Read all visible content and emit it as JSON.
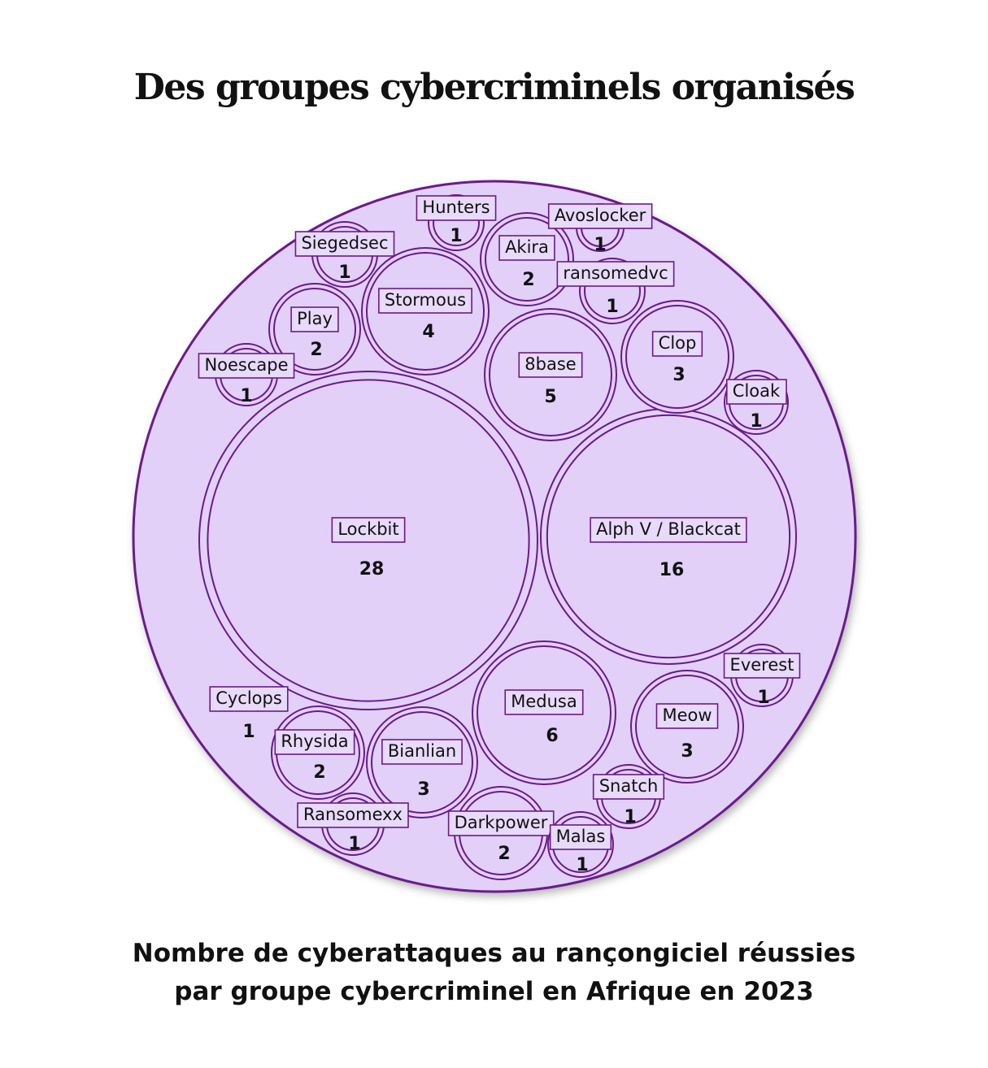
{
  "title": "Des groupes cybercriminels organisés",
  "caption": {
    "line1": "Nombre de cyberattaques au rançongiciel réussies",
    "line2": "par groupe cybercriminel en Afrique en 2023"
  },
  "colors": {
    "fill": "#e2d0f8",
    "stroke": "#6a1a8a",
    "text": "#111111",
    "label_bg": "#e8dafa"
  },
  "chart_data": {
    "type": "bubble",
    "title": "Des groupes cybercriminels organisés",
    "series": [
      {
        "name": "Lockbit",
        "value": 28
      },
      {
        "name": "Alph V / Blackcat",
        "value": 16
      },
      {
        "name": "Medusa",
        "value": 6
      },
      {
        "name": "8base",
        "value": 5
      },
      {
        "name": "Stormous",
        "value": 4
      },
      {
        "name": "Clop",
        "value": 3
      },
      {
        "name": "Meow",
        "value": 3
      },
      {
        "name": "Bianlian",
        "value": 3
      },
      {
        "name": "Akira",
        "value": 2
      },
      {
        "name": "Play",
        "value": 2
      },
      {
        "name": "Rhysida",
        "value": 2
      },
      {
        "name": "Darkpower",
        "value": 2
      },
      {
        "name": "Hunters",
        "value": 1
      },
      {
        "name": "Avoslocker",
        "value": 1
      },
      {
        "name": "Siegedsec",
        "value": 1
      },
      {
        "name": "ransomedvc",
        "value": 1
      },
      {
        "name": "Noescape",
        "value": 1
      },
      {
        "name": "Cloak",
        "value": 1
      },
      {
        "name": "Everest",
        "value": 1
      },
      {
        "name": "Cyclops",
        "value": 1
      },
      {
        "name": "Snatch",
        "value": 1
      },
      {
        "name": "Ransomexx",
        "value": 1
      },
      {
        "name": "Malas",
        "value": 1
      }
    ]
  }
}
